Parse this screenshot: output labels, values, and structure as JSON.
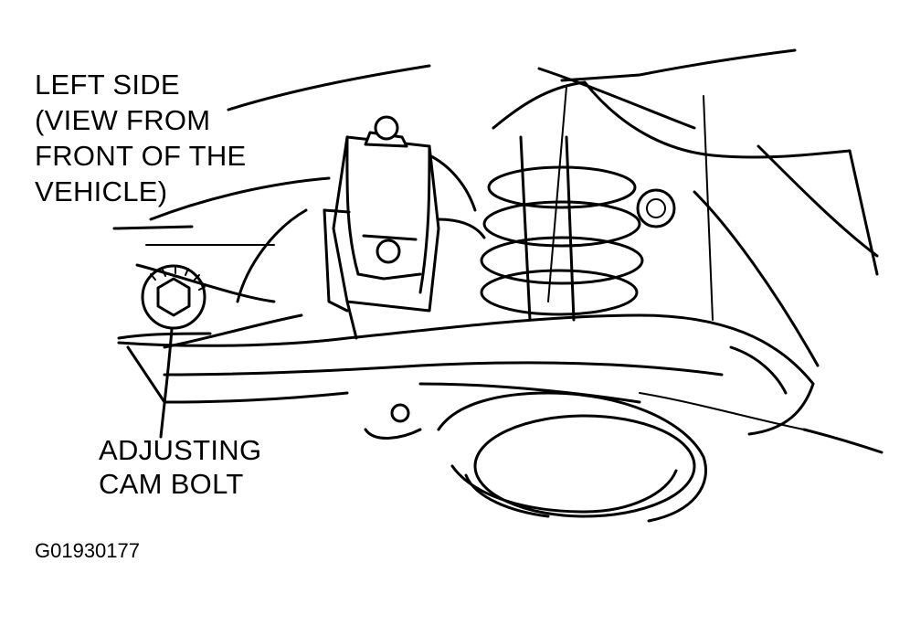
{
  "view_label": {
    "line1": "LEFT SIDE",
    "line2": "(VIEW FROM",
    "line3": "FRONT OF THE",
    "line4": "VEHICLE)"
  },
  "callout": {
    "line1": "ADJUSTING",
    "line2": "CAM BOLT"
  },
  "figure_id": "G01930177"
}
